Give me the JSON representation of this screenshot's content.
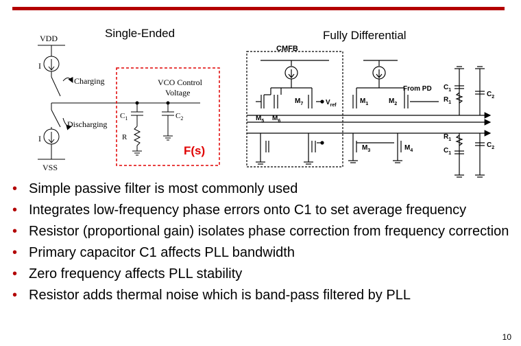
{
  "colors": {
    "accent": "#b30000",
    "filter_box": "#e00000"
  },
  "titles": {
    "single_ended": "Single-Ended",
    "fully_differential": "Fully Differential"
  },
  "single_ended": {
    "vdd": "VDD",
    "vss": "VSS",
    "current_top": "I",
    "current_bottom": "I",
    "charging": "Charging",
    "discharging": "Discharging",
    "vco_line1": "VCO Control",
    "vco_line2": "Voltage",
    "c1": "C",
    "c1_sub": "1",
    "c2": "C",
    "c2_sub": "2",
    "r": "R",
    "fs": "F(s)"
  },
  "differential": {
    "cmfb": "CMFB",
    "m1": "M",
    "m1_sub": "1",
    "m2": "M",
    "m2_sub": "2",
    "m3": "M",
    "m3_sub": "3",
    "m4": "M",
    "m4_sub": "4",
    "m5": "M",
    "m5_sub": "5",
    "m6": "M",
    "m6_sub": "6",
    "m7": "M",
    "m7_sub": "7",
    "vref": "V",
    "vref_sub": "ref",
    "from_pd": "From PD",
    "c1": "C",
    "c1_sub": "1",
    "c2": "C",
    "c2_sub": "2",
    "r1": "R",
    "r1_sub": "1"
  },
  "bullets": [
    "Simple passive filter is most commonly used",
    "Integrates low-frequency phase errors onto C1 to set average frequency",
    "Resistor (proportional gain) isolates phase correction from frequency correction",
    "Primary capacitor C1 affects PLL bandwidth",
    "Zero frequency affects PLL stability",
    "Resistor adds thermal noise which is band-pass filtered by PLL"
  ],
  "page_number": "10"
}
